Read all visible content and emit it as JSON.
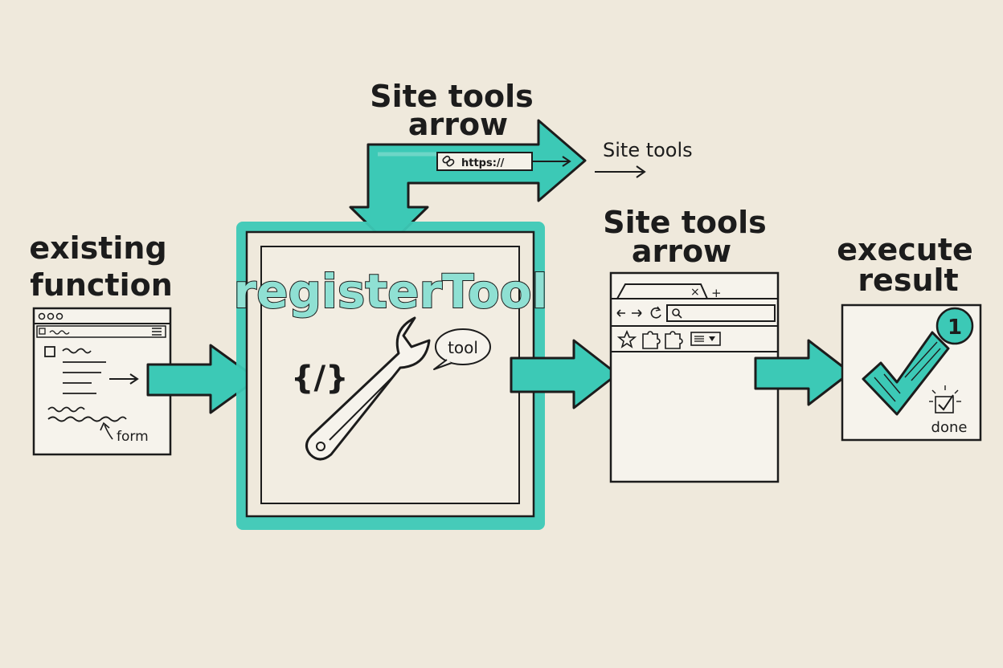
{
  "colors": {
    "paper": "#efe9dc",
    "ink": "#1c1c1c",
    "teal": "#3cc9b6",
    "teal_dark": "#1f9c8c",
    "teal_light": "#8fe0d3"
  },
  "labels": {
    "existing_line1": "existing",
    "existing_line2": "function",
    "form_note": "form",
    "top_title_line1": "Site tools",
    "top_title_line2": "arrow",
    "url_text": "https://",
    "site_tools_note": "Site tools",
    "register_title": "registerTool",
    "code_glyph": "{/}",
    "tool_bubble": "tool",
    "mid_title_line1": "Site tools",
    "mid_title_line2": "arrow",
    "browser_tab_close": "×",
    "browser_tab_plus": "+",
    "execute_line1": "execute",
    "execute_line2": "result",
    "badge_number": "1",
    "done_label": "done"
  },
  "icons": [
    "link-icon",
    "wrench-icon",
    "back-arrow-icon",
    "forward-arrow-icon",
    "reload-icon",
    "search-icon",
    "star-icon",
    "puzzle-icon",
    "menu-icon",
    "checkmark-icon",
    "done-check-icon"
  ]
}
